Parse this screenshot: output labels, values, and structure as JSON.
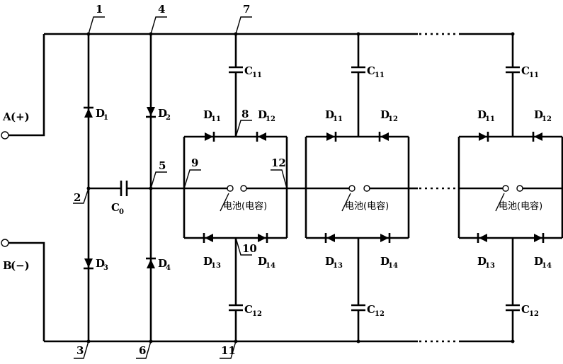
{
  "terminals": {
    "a": {
      "letter": "A",
      "sign": "(+)"
    },
    "b": {
      "letter": "B",
      "sign": "(−)"
    }
  },
  "node_labels": [
    "1",
    "2",
    "3",
    "4",
    "5",
    "6",
    "7",
    "8",
    "9",
    "10",
    "11",
    "12"
  ],
  "front_diodes": [
    {
      "letter": "D",
      "sub": "1"
    },
    {
      "letter": "D",
      "sub": "2"
    },
    {
      "letter": "D",
      "sub": "3"
    },
    {
      "letter": "D",
      "sub": "4"
    }
  ],
  "c0": {
    "letter": "C",
    "sub": "0"
  },
  "cell_caps": {
    "top": {
      "letter": "C",
      "sub": "11"
    },
    "bottom": {
      "letter": "C",
      "sub": "12"
    }
  },
  "cell_diodes": {
    "d11": {
      "letter": "D",
      "sub": "11"
    },
    "d12": {
      "letter": "D",
      "sub": "12"
    },
    "d13": {
      "letter": "D",
      "sub": "13"
    },
    "d14": {
      "letter": "D",
      "sub": "14"
    }
  },
  "cell_load_label": "电池(电容)",
  "cell_count": 3
}
